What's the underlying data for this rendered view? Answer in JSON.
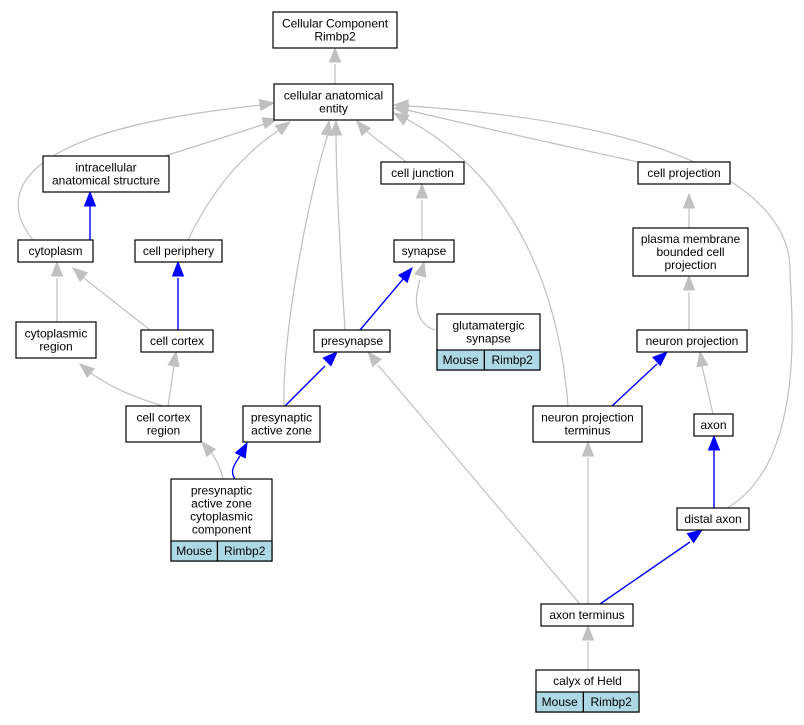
{
  "nodes": {
    "root": "Cellular Component\nRimbp2",
    "cae": "cellular anatomical\nentity",
    "ias": "intracellular\nanatomical structure",
    "cj": "cell junction",
    "cp": "cell projection",
    "cyto": "cytoplasm",
    "cper": "cell periphery",
    "syn": "synapse",
    "pmbcp": "plasma membrane\nbounded cell\nprojection",
    "cytoreg": "cytoplasmic\nregion",
    "ccortex": "cell cortex",
    "presyn": "presynapse",
    "glut": "glutamatergic\nsynapse",
    "np": "neuron projection",
    "ccr": "cell cortex\nregion",
    "paz": "presynaptic\nactive zone",
    "npt": "neuron projection\nterminus",
    "axon": "axon",
    "pazcc": "presynaptic\nactive zone\ncytoplasmic\ncomponent",
    "daxon": "distal axon",
    "aterm": "axon terminus",
    "calyx": "calyx of Held"
  },
  "annotations": {
    "glut": [
      "Mouse",
      "Rimbp2"
    ],
    "pazcc": [
      "Mouse",
      "Rimbp2"
    ],
    "calyx": [
      "Mouse",
      "Rimbp2"
    ]
  },
  "colors": {
    "is_a": "#c0c0c0",
    "part_of": "#0000ff",
    "annotation_fill": "#add8e6"
  }
}
